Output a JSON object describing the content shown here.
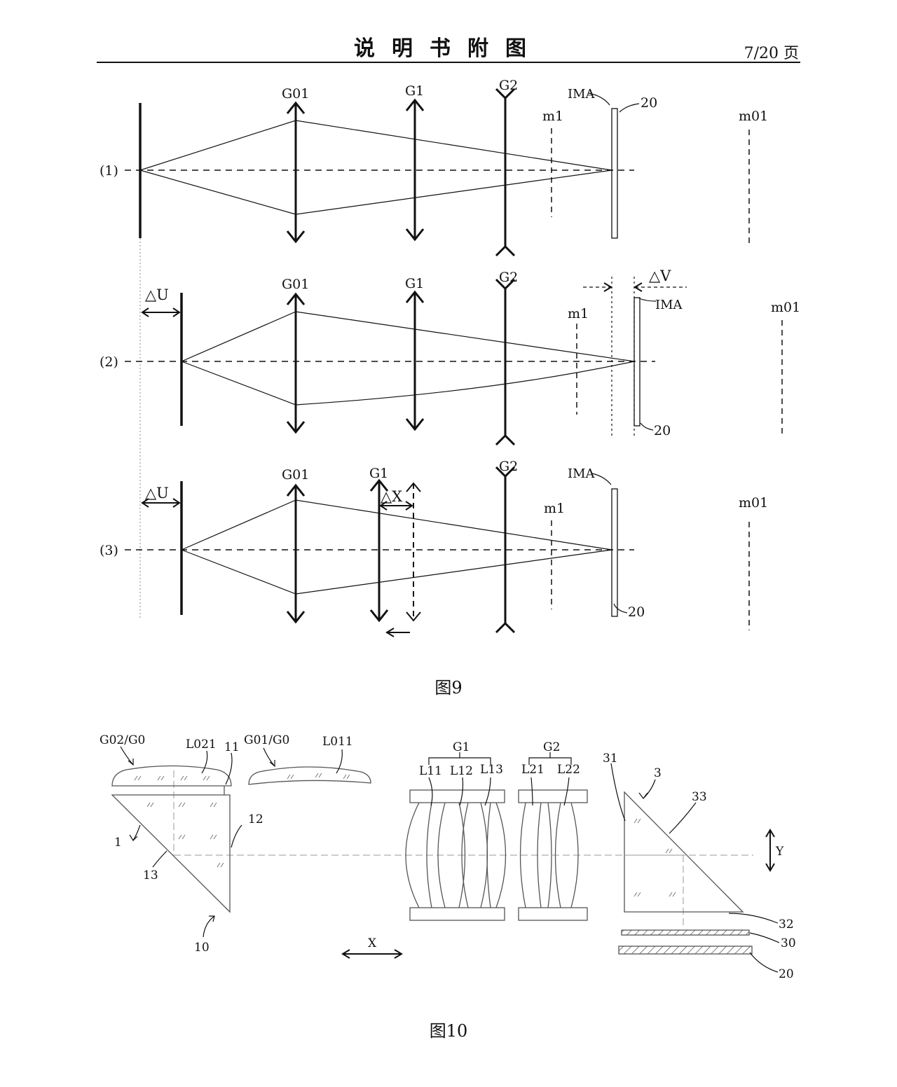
{
  "header": {
    "title": "说明书附图",
    "page": "7/20 页"
  },
  "fig9": {
    "caption": "图9",
    "rows": [
      "(1)",
      "(2)",
      "(3)"
    ],
    "labels": {
      "g01": "G01",
      "g1": "G1",
      "g2": "G2",
      "m1": "m1",
      "m01": "m01",
      "ima": "IMA",
      "n20": "20",
      "du": "△U",
      "dv": "△V",
      "dx": "△X"
    }
  },
  "fig10": {
    "caption": "图10",
    "labels": {
      "g02g0": "G02/G0",
      "l021": "L021",
      "n11": "11",
      "g01g0": "G01/G0",
      "l011": "L011",
      "g1": "G1",
      "l11": "L11",
      "l12": "L12",
      "l13": "L13",
      "g2": "G2",
      "l21": "L21",
      "l22": "L22",
      "n31": "31",
      "n3": "3",
      "n33": "33",
      "n12": "12",
      "n1": "1",
      "n13": "13",
      "n10": "10",
      "x": "X",
      "y": "Y",
      "n32": "32",
      "n30": "30",
      "n20": "20"
    }
  }
}
